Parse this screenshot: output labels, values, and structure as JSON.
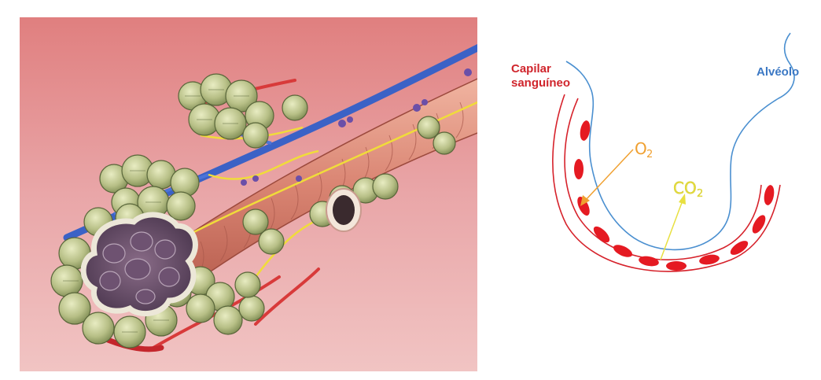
{
  "schematic": {
    "labels": {
      "capilar_line1": "Capilar",
      "capilar_line2": "sanguíneo",
      "alveolo": "Alvéolo"
    },
    "gases": {
      "o2_base": "O",
      "o2_sub": "2",
      "co2_base": "CO",
      "co2_sub": "2"
    }
  },
  "colors": {
    "background_pink": "#e9a3a5",
    "capillary_red": "#d6222b",
    "capillary_label": "#d0252c",
    "alveolus_blue": "#4a8fd0",
    "alveolus_label": "#3b78c4",
    "o2_arrow": "#f0a030",
    "co2_arrow": "#e8e040"
  }
}
